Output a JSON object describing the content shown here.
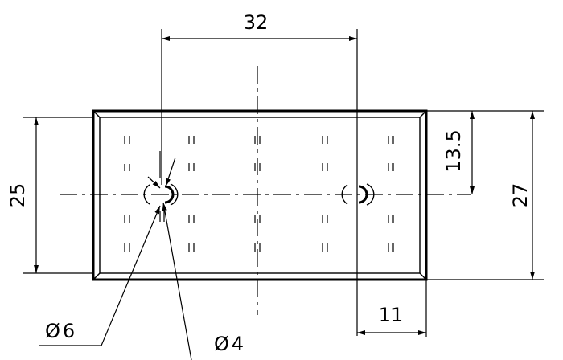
{
  "dimensions": {
    "hole_spacing": "32",
    "overall_height": "27",
    "inner_height": "25",
    "center_height": "13.5",
    "right_offset": "11",
    "outer_diameter": "Ø6",
    "inner_diameter": "Ø4"
  }
}
